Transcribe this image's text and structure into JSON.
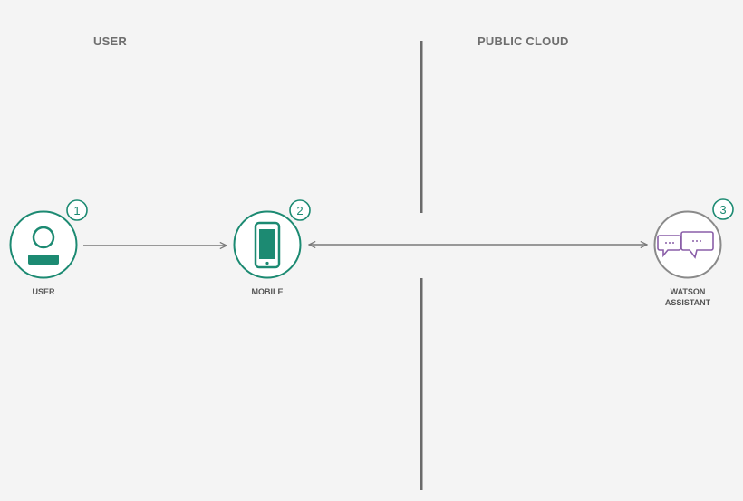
{
  "zones": {
    "user": "USER",
    "cloud": "PUBLIC CLOUD"
  },
  "nodes": {
    "user": {
      "label": "USER",
      "step": "1",
      "icon": "user-icon"
    },
    "mobile": {
      "label": "MOBILE",
      "step": "2",
      "icon": "mobile-phone-icon"
    },
    "assistant": {
      "label_line1": "WATSON",
      "label_line2": "ASSISTANT",
      "step": "3",
      "icon": "chat-bubbles-icon"
    }
  },
  "colors": {
    "background": "#f4f4f4",
    "teal": "#1c8a72",
    "purple": "#8a5fa8",
    "line": "#7a7a7a",
    "divider": "#6a6a6a"
  },
  "connections": [
    {
      "from": "user",
      "to": "mobile",
      "direction": "one-way"
    },
    {
      "from": "mobile",
      "to": "assistant",
      "direction": "two-way"
    }
  ]
}
